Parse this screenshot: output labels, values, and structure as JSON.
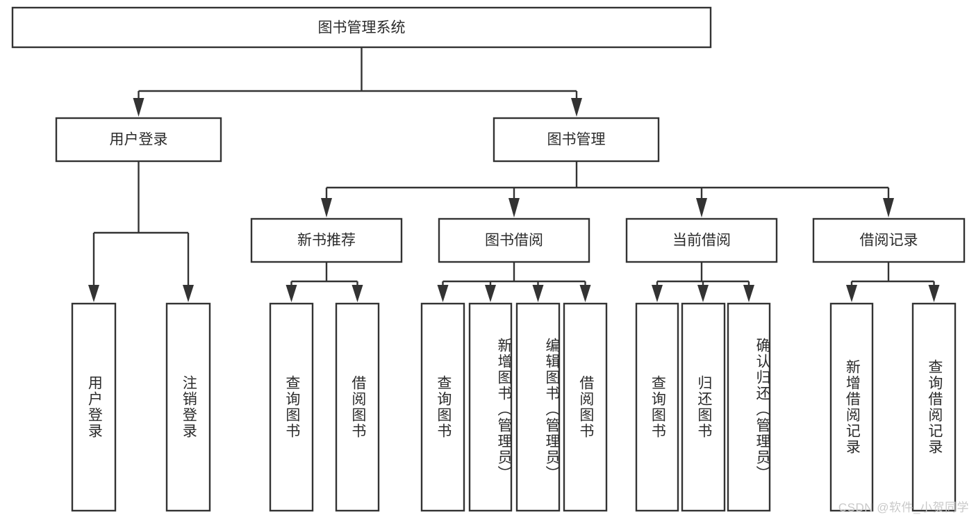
{
  "diagram": {
    "title": "图书管理系统",
    "watermark": "CSDN @软件_小贺同学",
    "accent_color": "#333333",
    "text_color": "#2b2b2b",
    "background_color": "#ffffff",
    "type": "tree-hierarchy",
    "root": {
      "label": "图书管理系统"
    },
    "level2": [
      {
        "label": "用户登录"
      },
      {
        "label": "图书管理"
      }
    ],
    "level3": [
      {
        "label": "新书推荐"
      },
      {
        "label": "图书借阅"
      },
      {
        "label": "当前借阅"
      },
      {
        "label": "借阅记录"
      }
    ],
    "leaves": {
      "user_login": [
        {
          "label": "用户登录"
        },
        {
          "label": "注销登录"
        }
      ],
      "new_books": [
        {
          "label": "查询图书"
        },
        {
          "label": "借阅图书"
        }
      ],
      "book_borrow": [
        {
          "label": "查询图书"
        },
        {
          "label": "新增图书（管理员）"
        },
        {
          "label": "编辑图书（管理员）"
        },
        {
          "label": "借阅图书"
        }
      ],
      "current_borrow": [
        {
          "label": "查询图书"
        },
        {
          "label": "归还图书"
        },
        {
          "label": "确认归还（管理员）"
        }
      ],
      "borrow_records": [
        {
          "label": "新增借阅记录"
        },
        {
          "label": "查询借阅记录"
        }
      ]
    }
  }
}
